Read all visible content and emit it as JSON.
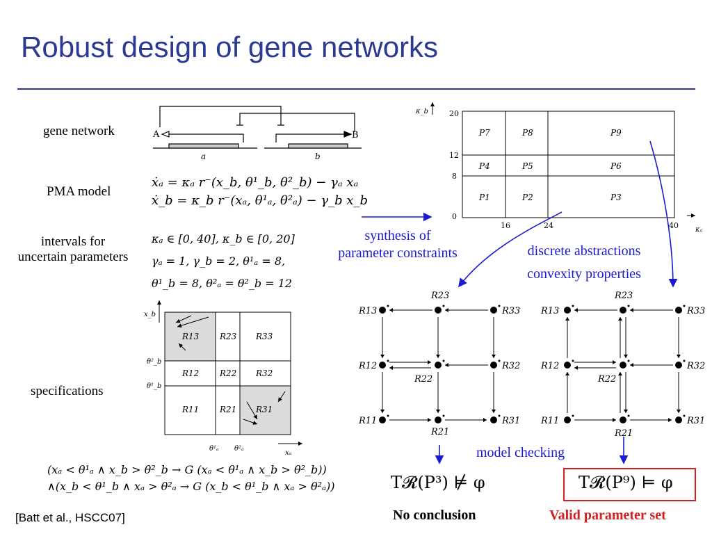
{
  "title": "Robust design of gene networks",
  "left_labels": {
    "gene_network": "gene network",
    "pma_model": "PMA model",
    "intervals": [
      "intervals for",
      "uncertain parameters"
    ],
    "specifications": "specifications"
  },
  "gene_network_diagram": {
    "gene_a_product": "A",
    "gene_b_product": "B",
    "gene_a": "a",
    "gene_b": "b"
  },
  "pma_equations": [
    "ẋₐ = κₐ r⁻(x_b, θ¹_b, θ²_b) − γₐ xₐ",
    "ẋ_b = κ_b r⁻(xₐ, θ¹ₐ, θ²ₐ) − γ_b x_b"
  ],
  "intervals_lines": [
    "κₐ ∈ [0, 40],  κ_b ∈ [0, 20]",
    "γₐ = 1,  γ_b = 2,  θ¹ₐ = 8,",
    "θ¹_b = 8,  θ²ₐ = θ²_b = 12"
  ],
  "spec_formula_lines": [
    "(xₐ < θ¹ₐ ∧ x_b > θ²_b → G (xₐ < θ¹ₐ ∧ x_b > θ²_b))",
    "∧(x_b < θ¹_b ∧ xₐ > θ²ₐ → G (x_b < θ¹_b ∧ xₐ > θ²ₐ))"
  ],
  "citation": "[Batt et al., HSCC07]",
  "spec_grid": {
    "y_axis": "x_b",
    "x_axis": "xₐ",
    "y_ticks": [
      "θ²_b",
      "θ¹_b"
    ],
    "x_ticks": [
      "θ¹ₐ",
      "θ²ₐ"
    ],
    "cells": [
      "R13",
      "R23",
      "R33",
      "R12",
      "R22",
      "R32",
      "R11",
      "R21",
      "R31"
    ]
  },
  "param_grid": {
    "y_axis": "κ_b",
    "x_axis": "κₐ",
    "y_ticks": [
      "20",
      "12",
      "8",
      "0"
    ],
    "x_ticks": [
      "16",
      "24",
      "40"
    ],
    "cells": [
      "P7",
      "P8",
      "P9",
      "P4",
      "P5",
      "P6",
      "P1",
      "P2",
      "P3"
    ]
  },
  "annotations": {
    "synthesis": [
      "synthesis of",
      "parameter constraints"
    ],
    "abstractions": [
      "discrete abstractions",
      "convexity properties"
    ],
    "model_checking": "model checking"
  },
  "transition_graph_labels": [
    "R13",
    "R23",
    "R33",
    "R12",
    "R22",
    "R32",
    "R11",
    "R21",
    "R31"
  ],
  "results": {
    "left_formula": "T𝓡(P³) ⊭ φ",
    "right_formula": "T𝓡(P⁹) ⊨ φ",
    "left_verdict": "No conclusion",
    "right_verdict": "Valid parameter set"
  },
  "colors": {
    "title": "#2b3990",
    "annotation": "#1a1ad0",
    "valid": "#d42020",
    "highlight_cell": "#dcdcdc"
  }
}
